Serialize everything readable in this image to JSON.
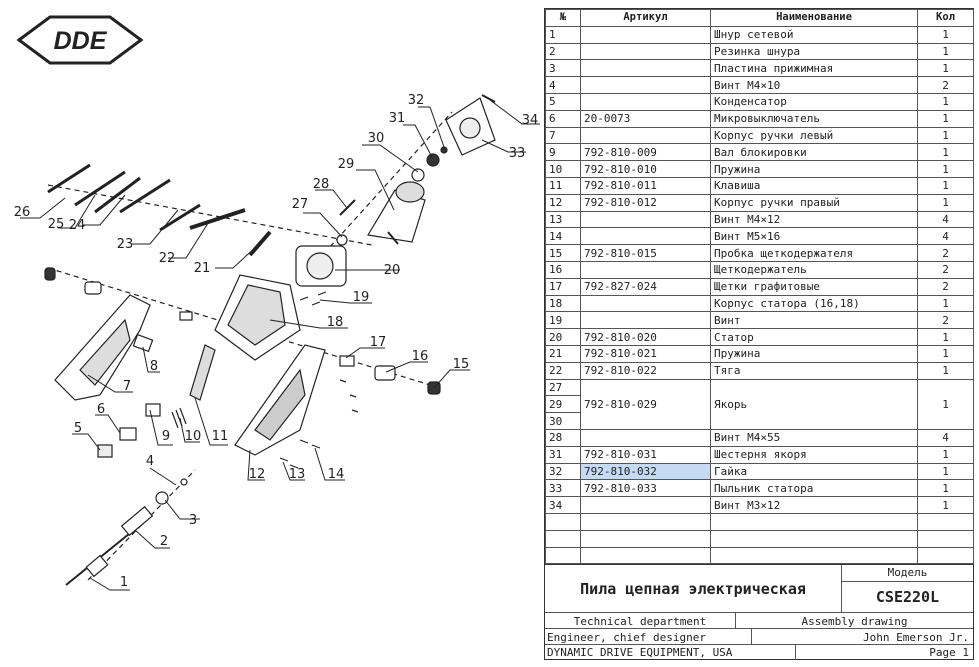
{
  "brand": "DDE",
  "drawing": {
    "callouts": [
      "1",
      "2",
      "3",
      "4",
      "5",
      "6",
      "7",
      "8",
      "9",
      "10",
      "11",
      "12",
      "13",
      "14",
      "15",
      "16",
      "17",
      "18",
      "19",
      "20",
      "21",
      "22",
      "23",
      "24",
      "25",
      "26",
      "27",
      "28",
      "29",
      "30",
      "31",
      "32",
      "33",
      "34"
    ]
  },
  "table": {
    "headers": {
      "no": "№",
      "article": "Артикул",
      "name": "Наименование",
      "qty": "Кол"
    },
    "rows": [
      {
        "no": "1",
        "article": "",
        "name": "Шнур сетевой",
        "qty": "1"
      },
      {
        "no": "2",
        "article": "",
        "name": "Резинка шнура",
        "qty": "1"
      },
      {
        "no": "3",
        "article": "",
        "name": "Пластина прижимная",
        "qty": "1"
      },
      {
        "no": "4",
        "article": "",
        "name": "Винт M4×10",
        "qty": "2"
      },
      {
        "no": "5",
        "article": "",
        "name": "Конденсатор",
        "qty": "1"
      },
      {
        "no": "6",
        "article": "20-0073",
        "name": "Микровыключатель",
        "qty": "1"
      },
      {
        "no": "7",
        "article": "",
        "name": "Корпус ручки левый",
        "qty": "1"
      },
      {
        "no": "9",
        "article": "792-810-009",
        "name": "Вал блокировки",
        "qty": "1"
      },
      {
        "no": "10",
        "article": "792-810-010",
        "name": "Пружина",
        "qty": "1"
      },
      {
        "no": "11",
        "article": "792-810-011",
        "name": "Клавиша",
        "qty": "1"
      },
      {
        "no": "12",
        "article": "792-810-012",
        "name": "Корпус ручки правый",
        "qty": "1"
      },
      {
        "no": "13",
        "article": "",
        "name": "Винт M4×12",
        "qty": "4"
      },
      {
        "no": "14",
        "article": "",
        "name": "Винт M5×16",
        "qty": "4"
      },
      {
        "no": "15",
        "article": "792-810-015",
        "name": "Пробка щеткодержателя",
        "qty": "2"
      },
      {
        "no": "16",
        "article": "",
        "name": "Щеткодержатель",
        "qty": "2"
      },
      {
        "no": "17",
        "article": "792-827-024",
        "name": "Щетки графитовые",
        "qty": "2"
      },
      {
        "no": "18",
        "article": "",
        "name": "Корпус статора (16,18)",
        "qty": "1"
      },
      {
        "no": "19",
        "article": "",
        "name": "Винт",
        "qty": "2"
      },
      {
        "no": "20",
        "article": "792-810-020",
        "name": "Статор",
        "qty": "1"
      },
      {
        "no": "21",
        "article": "792-810-021",
        "name": "Пружина",
        "qty": "1"
      },
      {
        "no": "22",
        "article": "792-810-022",
        "name": "Тяга",
        "qty": "1"
      }
    ],
    "group": {
      "nos": [
        "27",
        "29",
        "30"
      ],
      "article": "792-810-029",
      "name": "Якорь",
      "qty": "1"
    },
    "rows2": [
      {
        "no": "28",
        "article": "",
        "name": "Винт M4×55",
        "qty": "4"
      },
      {
        "no": "31",
        "article": "792-810-031",
        "name": "Шестерня якоря",
        "qty": "1"
      },
      {
        "no": "32",
        "article": "792-810-032",
        "name": "Гайка",
        "qty": "1"
      },
      {
        "no": "33",
        "article": "792-810-033",
        "name": "Пыльник статора",
        "qty": "1"
      },
      {
        "no": "34",
        "article": "",
        "name": "Винт M3×12",
        "qty": "1"
      }
    ]
  },
  "title_block": {
    "product_name": "Пила цепная электрическая",
    "model_label": "Модель",
    "model": "CSE220L",
    "department": "Technical department",
    "doc_type": "Assembly drawing",
    "role": "Engineer, chief designer",
    "person": "John Emerson Jr.",
    "company": "DYNAMIC DRIVE EQUIPMENT, USA",
    "page": "Page 1"
  },
  "colors": {
    "selection": "#c7daf3",
    "line": "#333333"
  }
}
